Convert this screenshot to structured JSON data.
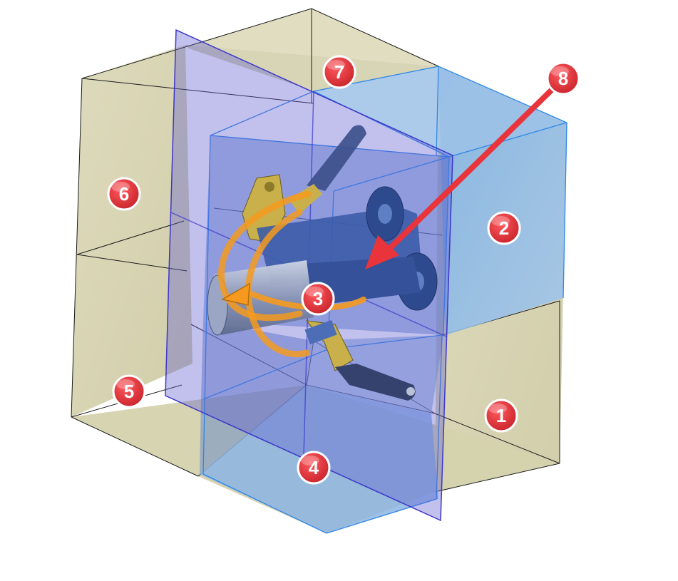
{
  "diagram": {
    "colors": {
      "tan_region": "#d6d3b2",
      "blue_region": "#8db8e6",
      "plane": "#6e6ad6",
      "arrow": "#e8343a",
      "rotation_arrow": "#f59a1f",
      "part_blue": "#3b5fb0",
      "part_yellow": "#c9b04a"
    },
    "callouts": [
      {
        "id": "1",
        "label": "1"
      },
      {
        "id": "2",
        "label": "2"
      },
      {
        "id": "3",
        "label": "3"
      },
      {
        "id": "4",
        "label": "4"
      },
      {
        "id": "5",
        "label": "5"
      },
      {
        "id": "6",
        "label": "6"
      },
      {
        "id": "7",
        "label": "7"
      },
      {
        "id": "8",
        "label": "8"
      }
    ],
    "icons": {
      "rotation": "rotation-arrow-icon",
      "pointer": "pointer-arrow-icon"
    }
  }
}
